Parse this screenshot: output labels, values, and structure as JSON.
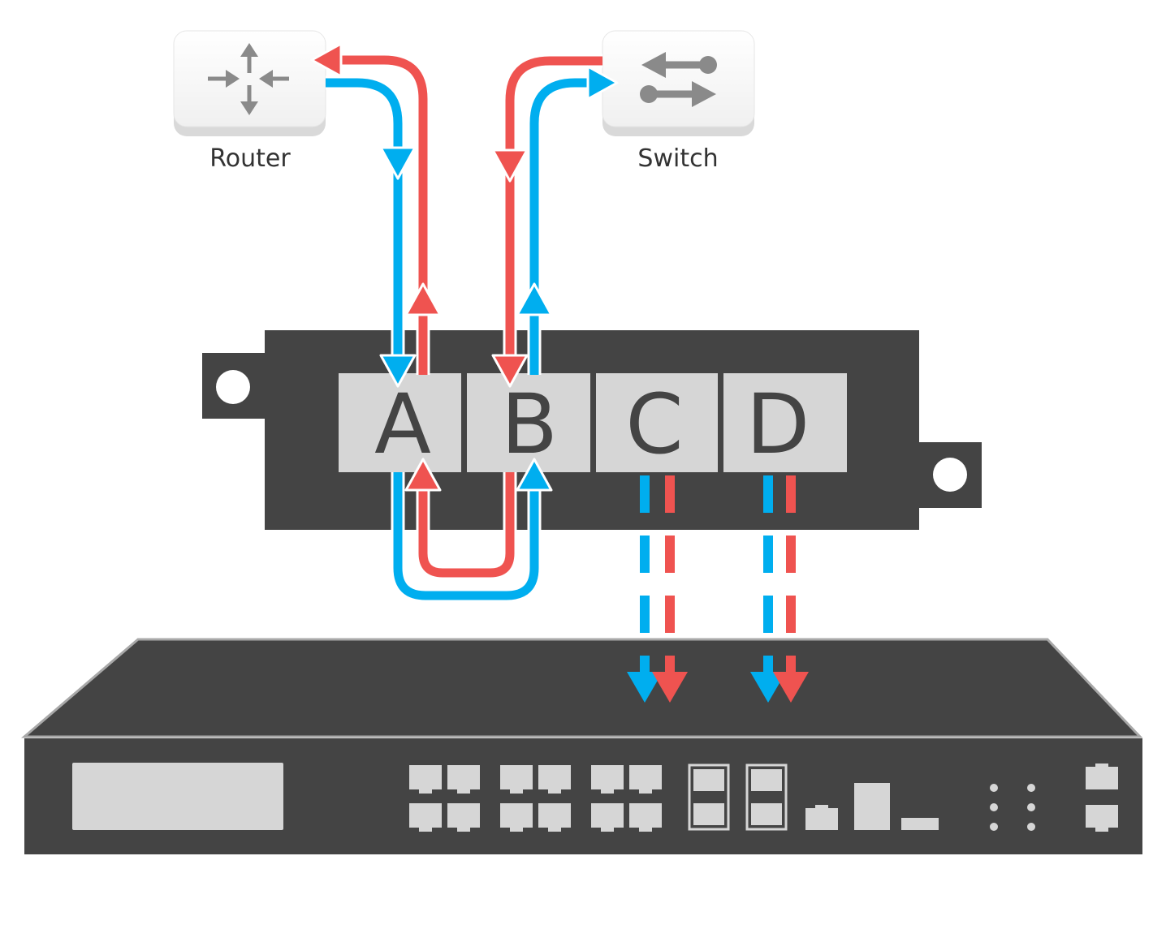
{
  "devices": {
    "router": {
      "label": "Router",
      "icon": "router-icon"
    },
    "switch": {
      "label": "Switch",
      "icon": "switch-arrows-icon"
    }
  },
  "tap": {
    "ports": [
      {
        "id": "a",
        "letter": "A"
      },
      {
        "id": "b",
        "letter": "B"
      },
      {
        "id": "c",
        "letter": "C"
      },
      {
        "id": "d",
        "letter": "D"
      }
    ]
  },
  "colors": {
    "blue": "#00aeef",
    "red": "#ef5350",
    "device_dark": "#444444",
    "port_face": "#d6d6d6",
    "icon_gray": "#8a8a8a"
  }
}
